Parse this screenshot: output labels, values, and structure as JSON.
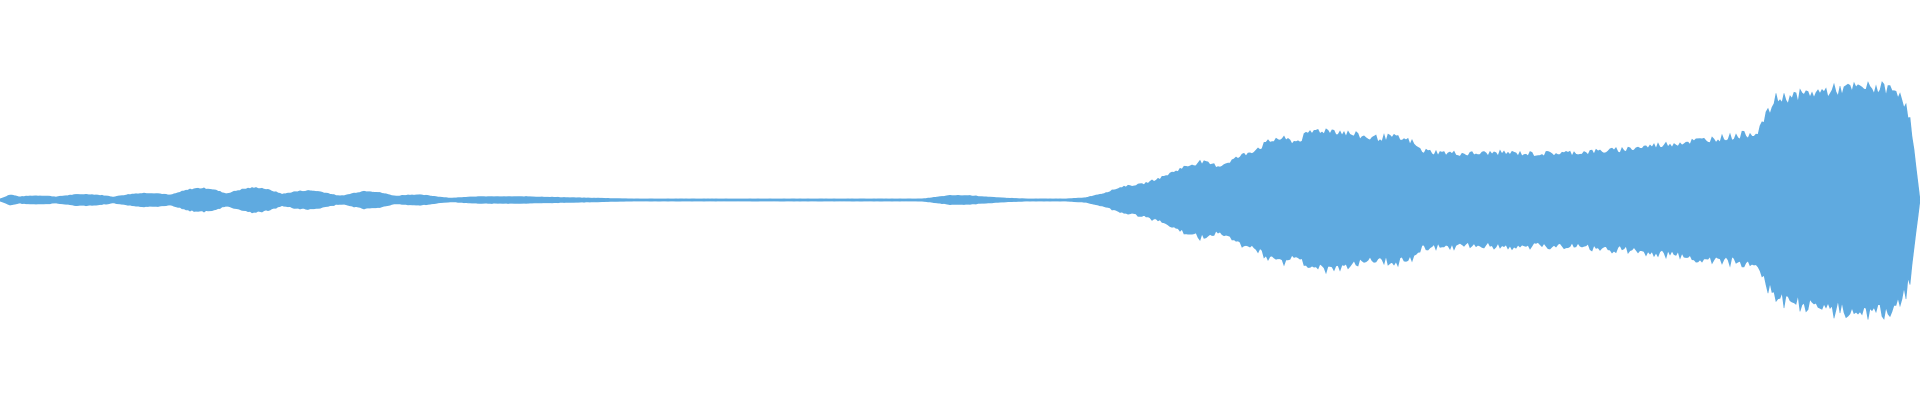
{
  "waveform": {
    "color": "#5FAAE0",
    "background": "#FFFFFF",
    "amplitude_envelope": [
      [
        0.0,
        0.02
      ],
      [
        0.005,
        0.06
      ],
      [
        0.01,
        0.03
      ],
      [
        0.02,
        0.04
      ],
      [
        0.03,
        0.05
      ],
      [
        0.045,
        0.05
      ],
      [
        0.06,
        0.05
      ],
      [
        0.075,
        0.06
      ],
      [
        0.09,
        0.08
      ],
      [
        0.1,
        0.1
      ],
      [
        0.11,
        0.11
      ],
      [
        0.12,
        0.1
      ],
      [
        0.135,
        0.11
      ],
      [
        0.15,
        0.09
      ],
      [
        0.165,
        0.08
      ],
      [
        0.18,
        0.06
      ],
      [
        0.19,
        0.08
      ],
      [
        0.2,
        0.07
      ],
      [
        0.215,
        0.05
      ],
      [
        0.23,
        0.03
      ],
      [
        0.245,
        0.03
      ],
      [
        0.26,
        0.03
      ],
      [
        0.275,
        0.03
      ],
      [
        0.3,
        0.02
      ],
      [
        0.33,
        0.01
      ],
      [
        0.36,
        0.01
      ],
      [
        0.39,
        0.01
      ],
      [
        0.42,
        0.01
      ],
      [
        0.45,
        0.01
      ],
      [
        0.48,
        0.01
      ],
      [
        0.495,
        0.04
      ],
      [
        0.505,
        0.04
      ],
      [
        0.52,
        0.02
      ],
      [
        0.535,
        0.01
      ],
      [
        0.555,
        0.01
      ],
      [
        0.565,
        0.02
      ],
      [
        0.575,
        0.06
      ],
      [
        0.585,
        0.12
      ],
      [
        0.595,
        0.14
      ],
      [
        0.605,
        0.2
      ],
      [
        0.615,
        0.28
      ],
      [
        0.625,
        0.34
      ],
      [
        0.635,
        0.3
      ],
      [
        0.645,
        0.38
      ],
      [
        0.655,
        0.46
      ],
      [
        0.665,
        0.55
      ],
      [
        0.675,
        0.52
      ],
      [
        0.685,
        0.62
      ],
      [
        0.695,
        0.62
      ],
      [
        0.705,
        0.58
      ],
      [
        0.715,
        0.55
      ],
      [
        0.725,
        0.56
      ],
      [
        0.735,
        0.52
      ],
      [
        0.74,
        0.44
      ],
      [
        0.75,
        0.42
      ],
      [
        0.765,
        0.41
      ],
      [
        0.78,
        0.42
      ],
      [
        0.8,
        0.41
      ],
      [
        0.82,
        0.42
      ],
      [
        0.84,
        0.44
      ],
      [
        0.86,
        0.48
      ],
      [
        0.88,
        0.52
      ],
      [
        0.9,
        0.56
      ],
      [
        0.915,
        0.6
      ],
      [
        0.925,
        0.9
      ],
      [
        0.94,
        0.94
      ],
      [
        0.955,
        0.98
      ],
      [
        0.97,
        1.0
      ],
      [
        0.98,
        1.0
      ],
      [
        0.99,
        0.96
      ],
      [
        0.995,
        0.7
      ],
      [
        1.0,
        0.0
      ]
    ]
  }
}
